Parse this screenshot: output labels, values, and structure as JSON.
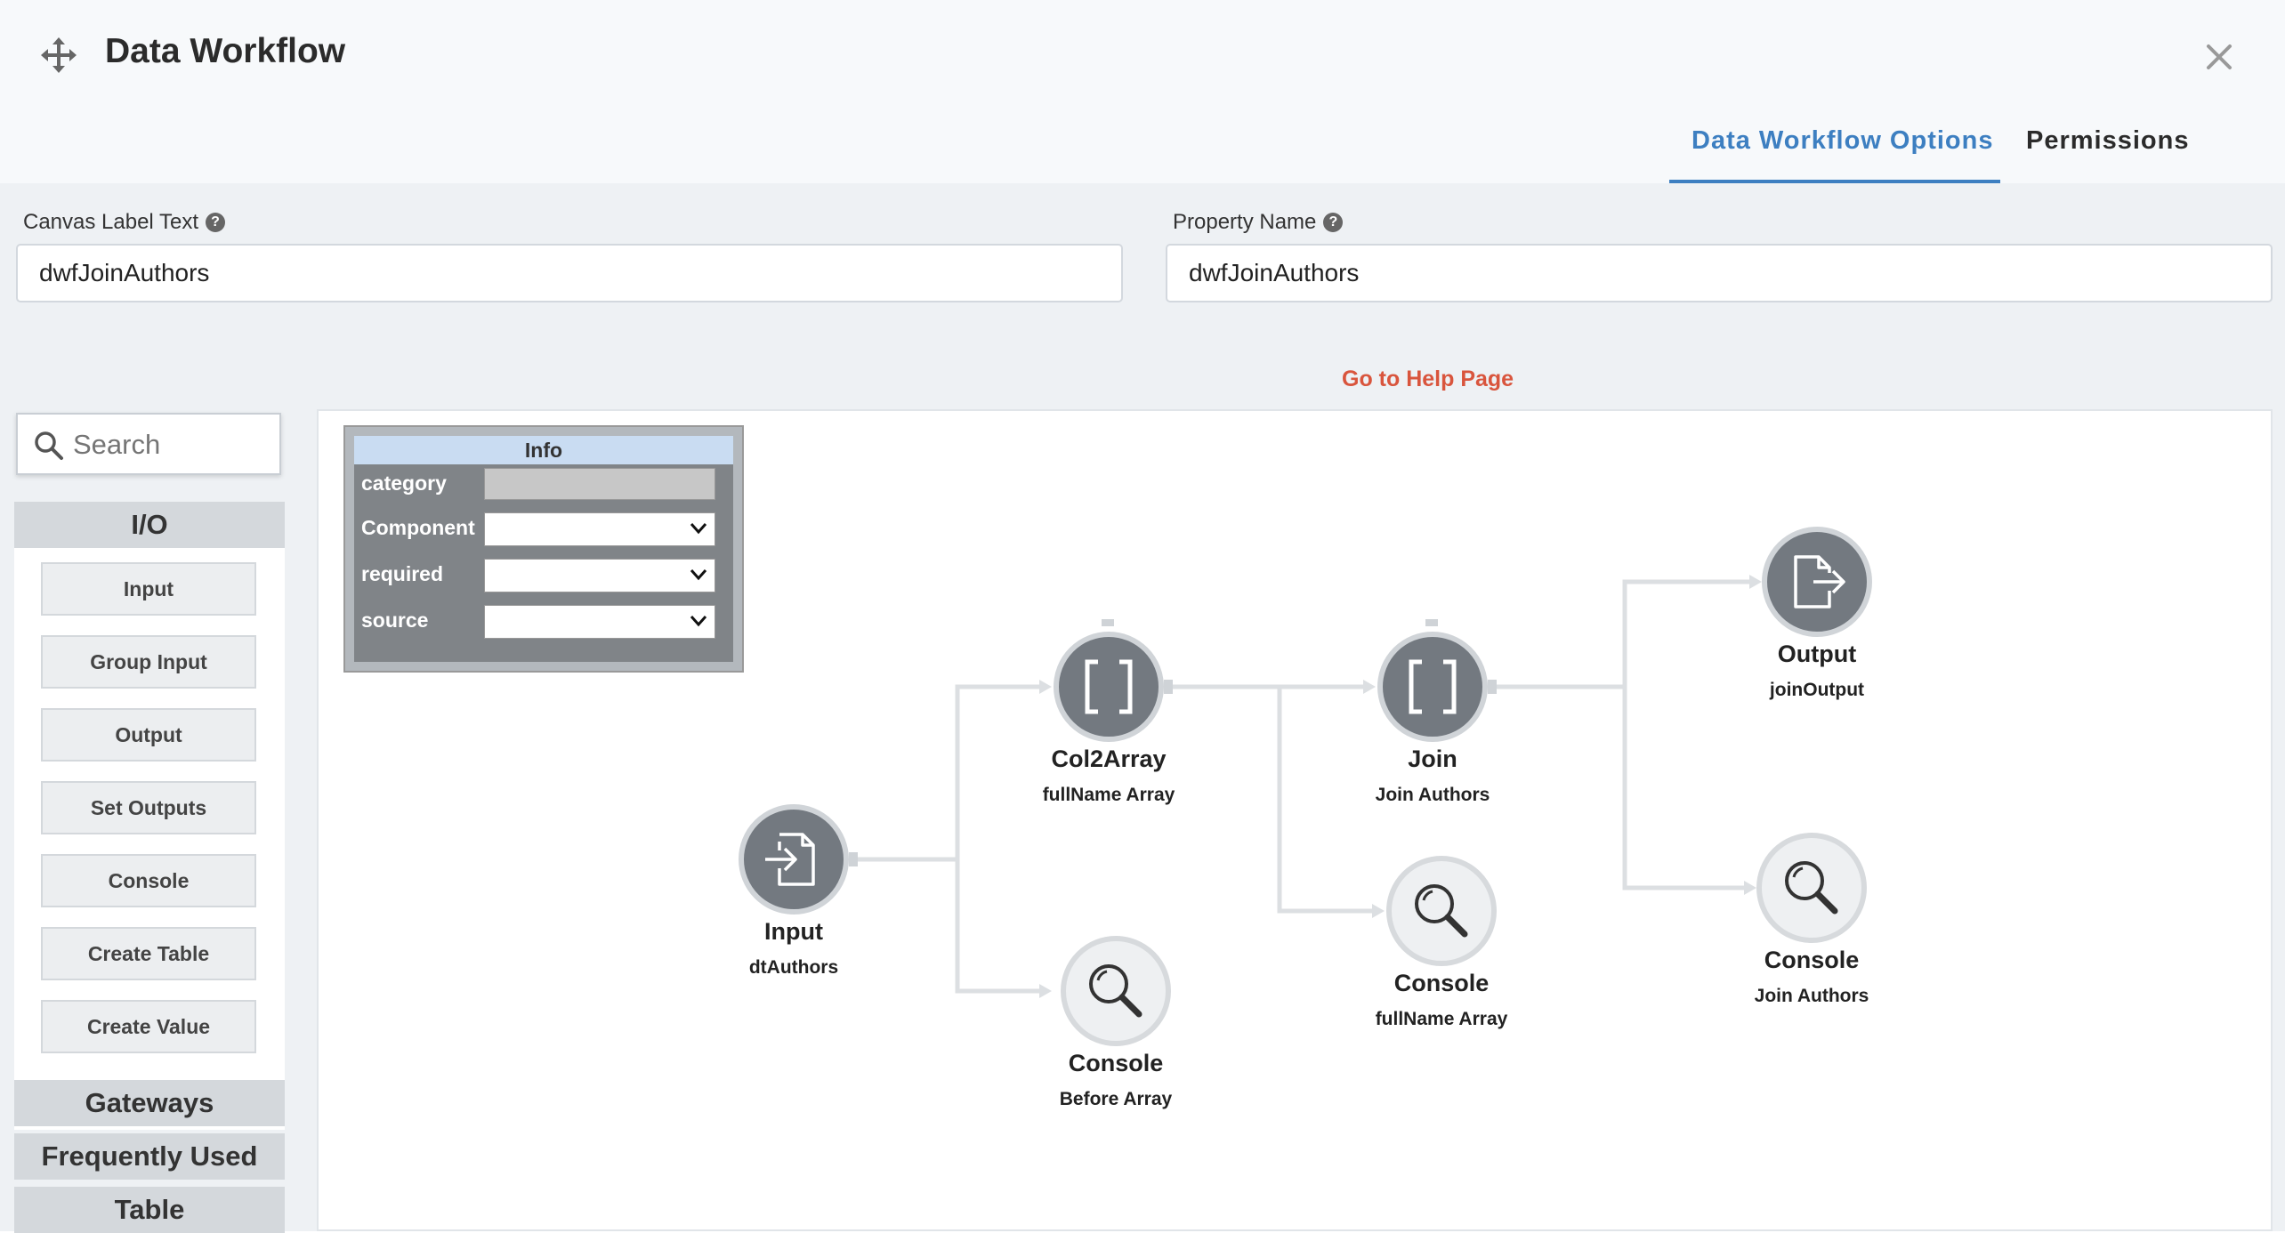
{
  "header": {
    "title": "Data Workflow",
    "tabs": [
      {
        "label": "Data Workflow Options",
        "active": true
      },
      {
        "label": "Permissions",
        "active": false
      }
    ],
    "accent_color": "#3d7fc1"
  },
  "form": {
    "canvas_label": {
      "label": "Canvas Label Text",
      "value": "dwfJoinAuthors"
    },
    "property_name": {
      "label": "Property Name",
      "value": "dwfJoinAuthors"
    },
    "help_link": "Go to Help Page"
  },
  "palette": {
    "search_placeholder": "Search",
    "groups": {
      "io": "I/O",
      "gateways": "Gateways",
      "frequently_used": "Frequently Used",
      "table": "Table"
    },
    "items": [
      "Input",
      "Group Input",
      "Output",
      "Set Outputs",
      "Console",
      "Create Table",
      "Create Value"
    ]
  },
  "info_panel": {
    "title": "Info",
    "rows": [
      {
        "label": "category",
        "type": "readonly",
        "value": ""
      },
      {
        "label": "Component",
        "type": "select",
        "value": ""
      },
      {
        "label": "required",
        "type": "select",
        "value": ""
      },
      {
        "label": "source",
        "type": "select",
        "value": ""
      }
    ]
  },
  "nodes": {
    "input": {
      "title": "Input",
      "subtitle": "dtAuthors",
      "icon": "file-import-icon"
    },
    "col2array": {
      "title": "Col2Array",
      "subtitle": "fullName Array",
      "icon": "brackets-icon"
    },
    "join": {
      "title": "Join",
      "subtitle": "Join Authors",
      "icon": "brackets-icon"
    },
    "output": {
      "title": "Output",
      "subtitle": "joinOutput",
      "icon": "file-export-icon"
    },
    "console_before": {
      "title": "Console",
      "subtitle": "Before Array",
      "icon": "magnifier-icon"
    },
    "console_fullname": {
      "title": "Console",
      "subtitle": "fullName Array",
      "icon": "magnifier-icon"
    },
    "console_join": {
      "title": "Console",
      "subtitle": "Join Authors",
      "icon": "magnifier-icon"
    }
  }
}
